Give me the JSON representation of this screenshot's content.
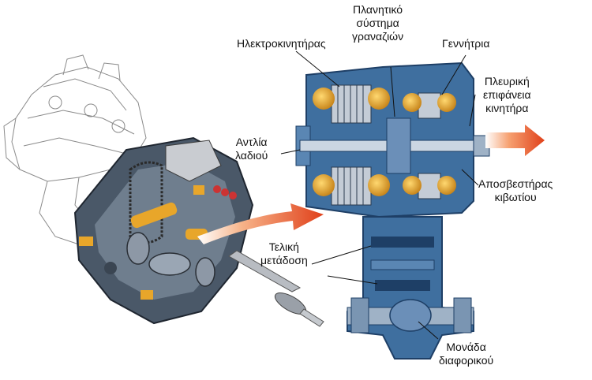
{
  "labels": {
    "motor": "Ηλεκτροκινητήρας",
    "planetary_1": "Πλανητικό",
    "planetary_2": "σύστημα",
    "planetary_3": "γραναζιών",
    "generator": "Γεννήτρια",
    "side_1": "Πλευρική",
    "side_2": "επιφάνεια",
    "side_3": "κινητήρα",
    "oil_pump_1": "Αντλία",
    "oil_pump_2": "λαδιού",
    "damper_1": "Αποσβεστήρας",
    "damper_2": "κιβωτίου",
    "final_drive_1": "Τελική",
    "final_drive_2": "μετάδοση",
    "differential_1": "Μονάδα",
    "differential_2": "διαφορικού"
  },
  "colors": {
    "casing_blue": "#3f6f9f",
    "casing_dark": "#1e3f66",
    "coil_yellow": "#e8a62a",
    "arrow_red": "#e0401a",
    "arrow_orange": "#f39a5a"
  }
}
